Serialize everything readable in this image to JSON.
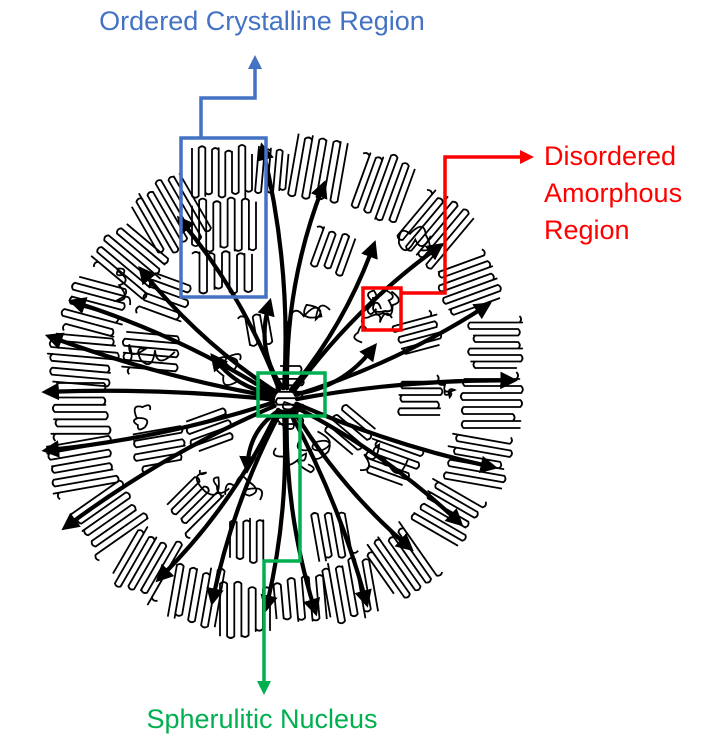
{
  "labels": {
    "crystalline": "Ordered Crystalline Region",
    "amorphous_line1": "Disordered",
    "amorphous_line2": "Amorphous",
    "amorphous_line3": "Region",
    "nucleus": "Spherulitic Nucleus"
  },
  "colors": {
    "crystalline": "#4472c4",
    "amorphous": "#ff0000",
    "nucleus": "#00b050",
    "lamella": "#000000",
    "background": "#ffffff"
  }
}
